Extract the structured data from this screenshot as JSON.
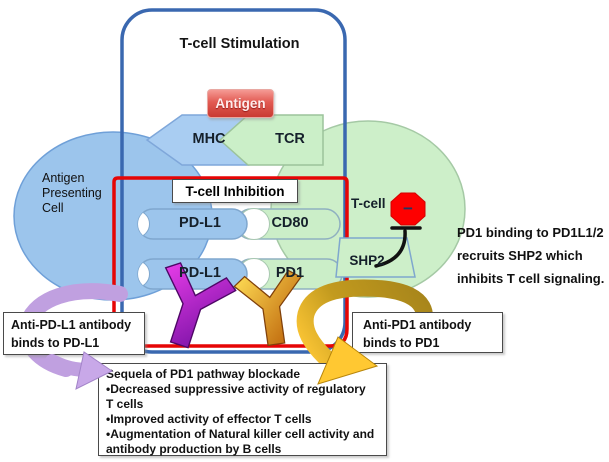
{
  "stimulation": {
    "title": "T-cell Stimulation",
    "antigen": "Antigen",
    "mhc": "MHC",
    "tcr": "TCR"
  },
  "apc": {
    "line1": "Antigen",
    "line2": "Presenting",
    "line3": "Cell"
  },
  "inhibition": {
    "title": "T-cell Inhibition",
    "rows": [
      {
        "left": "PD-L1",
        "right": "CD80"
      },
      {
        "left": "PD-L1",
        "right": "PD1"
      }
    ],
    "tcell": "T-cell",
    "shp2": "SHP2",
    "stop_sign": "−"
  },
  "side_note": {
    "line1": "PD1 binding to PD1L1/2",
    "line2": "recruits SHP2 which",
    "line3": "inhibits T cell signaling."
  },
  "anti_pdl1_box": {
    "line1": "Anti-PD-L1 antibody",
    "line2": "binds to PD-L1"
  },
  "anti_pd1_box": {
    "line1": "Anti-PD1 antibody",
    "line2": "binds to PD1"
  },
  "sequela_box": {
    "line1": "Sequela of PD1 pathway blockade",
    "line2": "•Decreased suppressive activity of regulatory",
    "line3": "T cells",
    "line4": "•Improved activity of effector T cells",
    "line5": "•Augmentation of Natural killer cell activity and",
    "line6": "antibody production by B cells"
  },
  "colors": {
    "apc_cell_fill": "#9cc5ec",
    "tcell_fill": "#cdefc9",
    "stimulation_border": "#3a68b0",
    "inhibition_border": "#e60505",
    "antigen_red": "#ce3a3a",
    "stop_red": "#fe0000",
    "antibody_purple": "#c627c6",
    "antibody_gold": "#ed7d00",
    "arrow_lilac": "#c0a0e0",
    "arrow_gold": "#b8860b"
  }
}
